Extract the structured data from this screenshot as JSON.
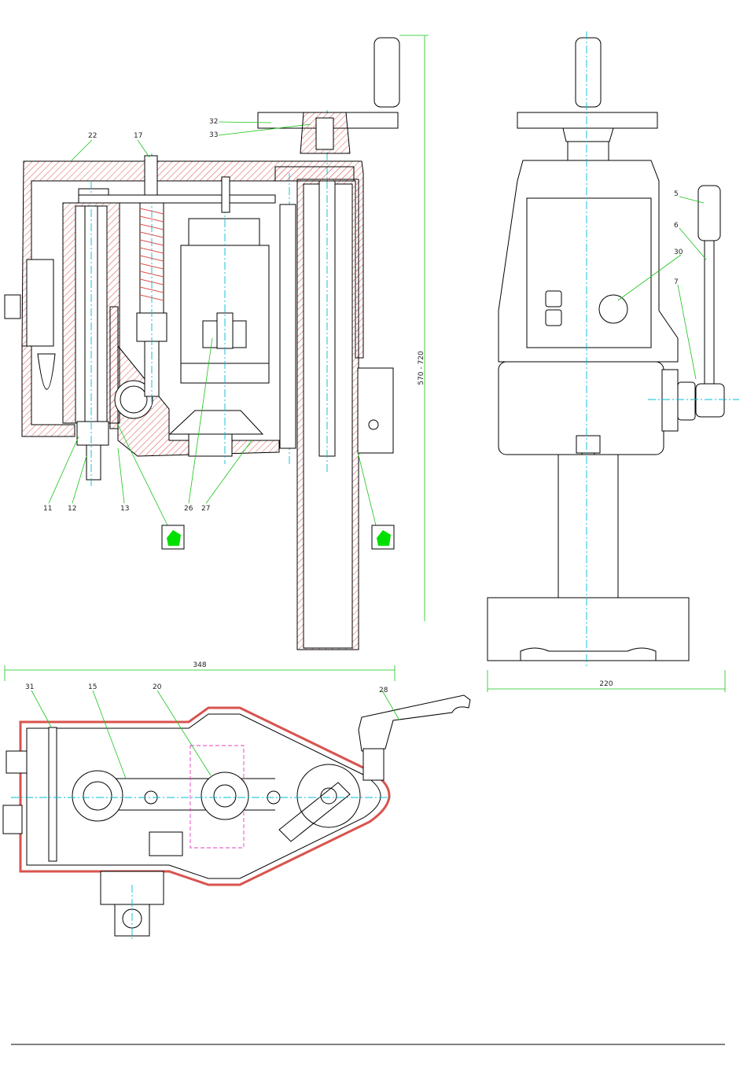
{
  "front_view": {
    "part_labels": [
      "22",
      "17",
      "32",
      "33",
      "11",
      "12",
      "13",
      "26",
      "27"
    ],
    "height_dimension": "570 - 720"
  },
  "side_view": {
    "part_labels": [
      "5",
      "6",
      "30",
      "7"
    ],
    "width_dimension": "220"
  },
  "top_view": {
    "part_labels": [
      "31",
      "15",
      "20",
      "28"
    ],
    "length_dimension": "348"
  },
  "colors": {
    "outline": "#000000",
    "hatch": "#d9534f",
    "centerline": "#00bcd4",
    "leader": "#19c419",
    "hidden": "#e040c0",
    "marker": "#00e000"
  }
}
